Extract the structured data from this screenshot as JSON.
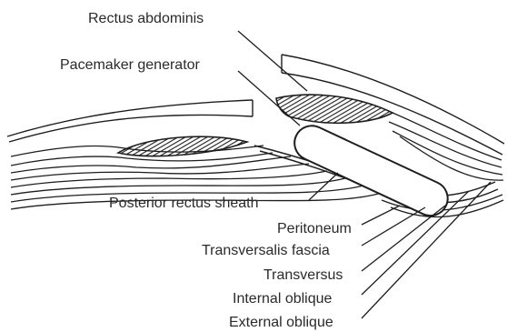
{
  "labels": {
    "rectus_abdominis": "Rectus abdominis",
    "pacemaker_generator": "Pacemaker generator",
    "posterior_rectus_sheath": "Posterior rectus sheath",
    "peritoneum": "Peritoneum",
    "transversalis_fascia": "Transversalis fascia",
    "transversus": "Transversus",
    "internal_oblique": "Internal oblique",
    "external_oblique": "External oblique"
  },
  "colors": {
    "ink": "#1e1e1e",
    "muscle_fill": "#2b2b2b",
    "generator_fill": "#ffffff"
  }
}
